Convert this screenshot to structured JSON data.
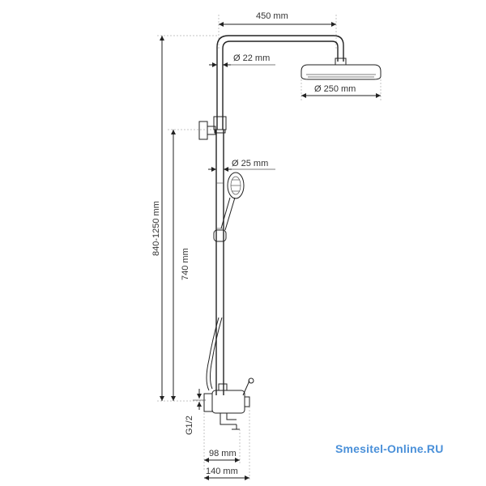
{
  "dimensions": {
    "arm_width": "450 mm",
    "arm_diameter": "Ø 22 mm",
    "head_diameter": "Ø 250 mm",
    "riser_diameter": "Ø 25 mm",
    "total_height": "840-1250 mm",
    "bar_height": "740 mm",
    "connection": "G1/2",
    "spout_98": "98 mm",
    "spout_140": "140 mm"
  },
  "brand": {
    "text": "Smesitel-Online.RU",
    "color": "#4a90d9"
  }
}
